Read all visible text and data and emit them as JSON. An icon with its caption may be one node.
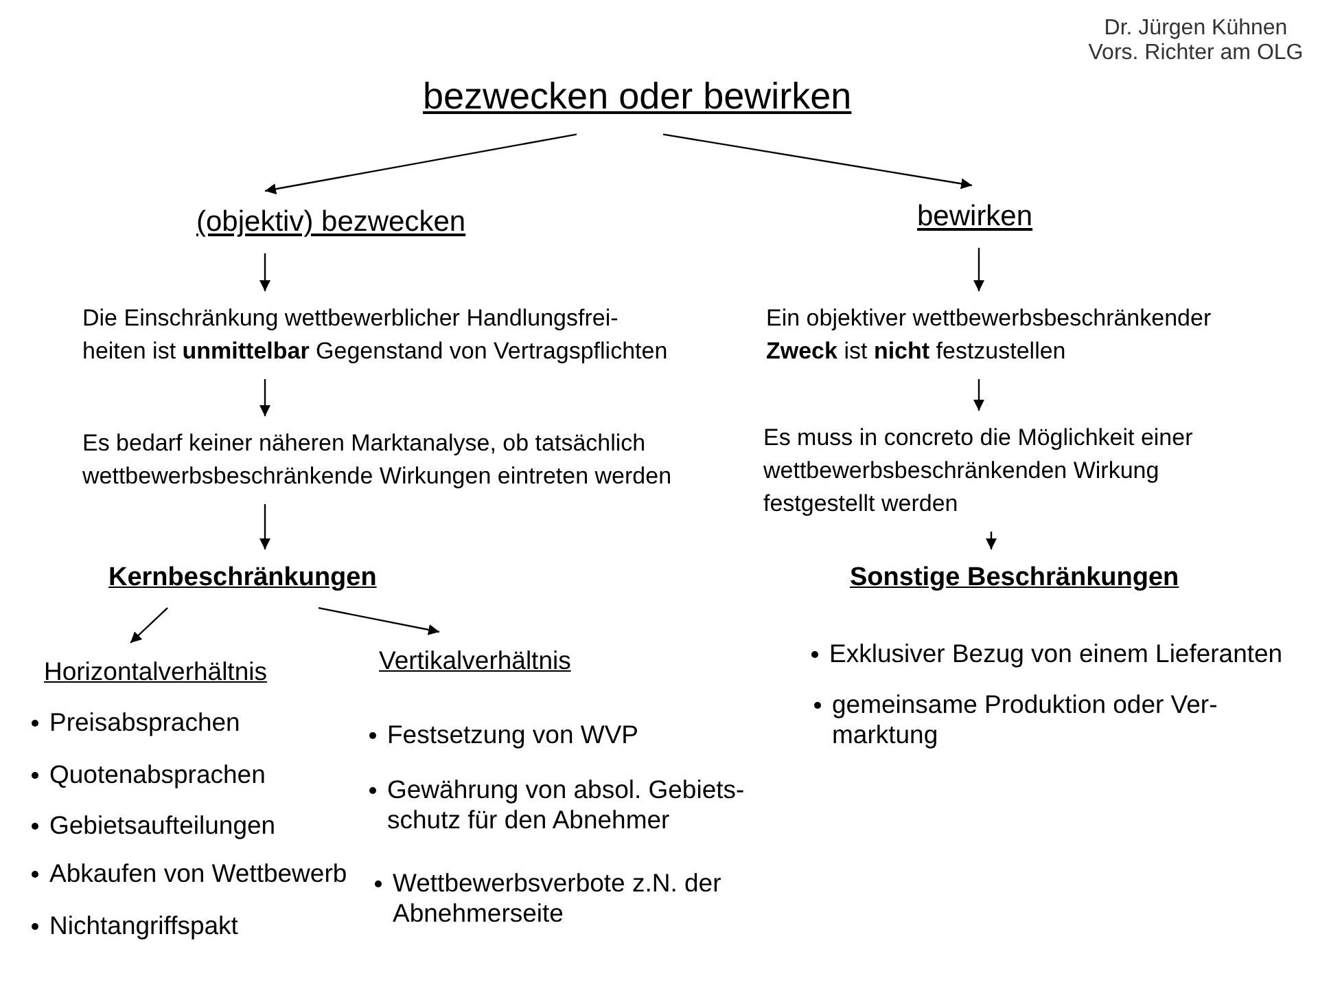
{
  "diagram": {
    "nodes": [
      {
        "text": [
          "bezwecken oder bewirken"
        ]
      },
      {
        "text": [
          "(objektiv) bezwecken"
        ]
      },
      {
        "text": [
          "bewirken"
        ]
      },
      {
        "text": [
          "Die Einschränkung wettbewerblicher Handlungsfrei- heiten ist **unmittelbar** Gegenstand von Vertragspflichten"
        ]
      },
      {
        "text": [
          "Ein objektiver wettbewerbsbeschränkender **Zweck** ist **nicht** festzustellen"
        ]
      },
      {
        "text": [
          "Es bedarf keiner näheren Marktanalyse, ob tatsächlich wettbewerbsbeschränkende Wirkungen eintreten werden"
        ]
      },
      {
        "text": [
          "Es muss in concreto die Möglichkeit einer wettbewerbsbeschränkenden Wirkung festgestellt werden"
        ]
      },
      {
        "text": [
          "Kernbeschränkungen"
        ]
      },
      {
        "text": [
          "Sonstige Beschränkungen"
        ]
      },
      {
        "text": [
          "Horizontalverhältnis"
        ]
      },
      {
        "text": [
          "Vertikalverhältnis"
        ]
      }
    ],
    "edges": [
      {
        "from": 0,
        "to": 1,
        "arrow": "to"
      },
      {
        "from": 0,
        "to": 2,
        "arrow": "to"
      },
      {
        "from": 1,
        "to": 3,
        "arrow": "to"
      },
      {
        "from": 2,
        "to": 4,
        "arrow": "to"
      },
      {
        "from": 3,
        "to": 5,
        "arrow": "to"
      },
      {
        "from": 4,
        "to": 6,
        "arrow": "to"
      },
      {
        "from": 5,
        "to": 7,
        "arrow": "to"
      },
      {
        "from": 6,
        "to": 8,
        "arrow": "to"
      },
      {
        "from": 7,
        "to": 9,
        "arrow": "to"
      },
      {
        "from": 7,
        "to": 10,
        "arrow": "to"
      }
    ],
    "labels": [
      "Dr. Jürgen Kühnen",
      "Vors. Richter am OLG",
      "Preisabsprachen",
      "Quotenabsprachen",
      "Gebietsaufteilungen",
      "Abkaufen von Wettbewerb",
      "Nichtangriffspakt",
      "Festsetzung von WVP",
      "Gewährung von absol. Gebiets- schutz für den Abnehmer",
      "Wettbewerbsverbote z.N. der Abnehmerseite",
      "Exklusiver Bezug von einem Lieferanten",
      "gemeinsame Produktion oder Ver- marktung"
    ]
  }
}
